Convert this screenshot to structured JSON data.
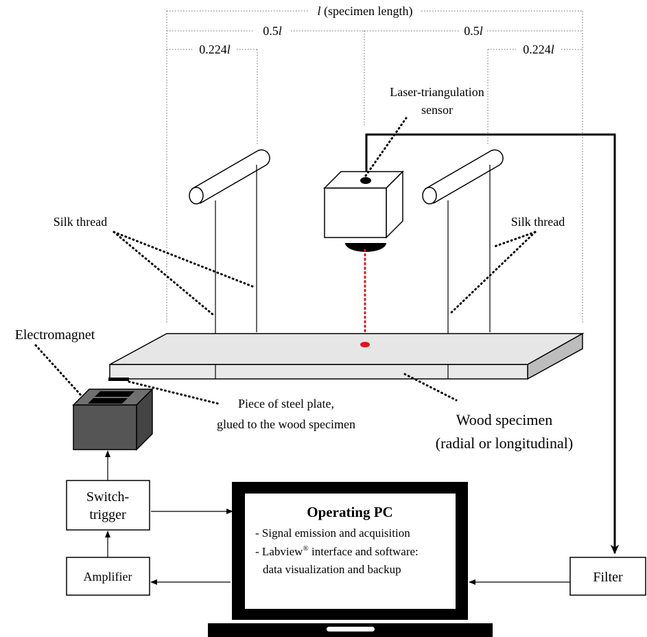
{
  "dimensions": {
    "specimen_length_var": "l",
    "specimen_length_text": " (specimen length)",
    "half_left_num": "0.5",
    "half_left_var": "l",
    "half_right_num": "0.5",
    "half_right_var": "l",
    "node_left_num": "0.224",
    "node_left_var": "l",
    "node_right_num": "0.224",
    "node_right_var": "l"
  },
  "labels": {
    "sensor_line1": "Laser-triangulation",
    "sensor_line2": "sensor",
    "silk_left": "Silk thread",
    "silk_right": "Silk thread",
    "electromagnet": "Electromagnet",
    "steel_line1": "Piece of steel plate,",
    "steel_line2": "glued to the wood specimen",
    "wood_line1": "Wood specimen",
    "wood_line2": "(radial or longitudinal)"
  },
  "boxes": {
    "switch_line1": "Switch-",
    "switch_line2": "trigger",
    "amplifier": "Amplifier",
    "filter": "Filter"
  },
  "pc": {
    "title": "Operating PC",
    "line1": "- Signal emission and acquisition",
    "line2_pre": "- Labview",
    "line2_sup": "®",
    "line2_post": " interface and software:",
    "line3": "data visualization and backup"
  },
  "colors": {
    "laser": "#e0141c",
    "specimen_top": "#e6e6e6",
    "specimen_side": "#bdbdbd",
    "magnet_dark": "#555555",
    "magnet_top": "#6f6f6f"
  }
}
